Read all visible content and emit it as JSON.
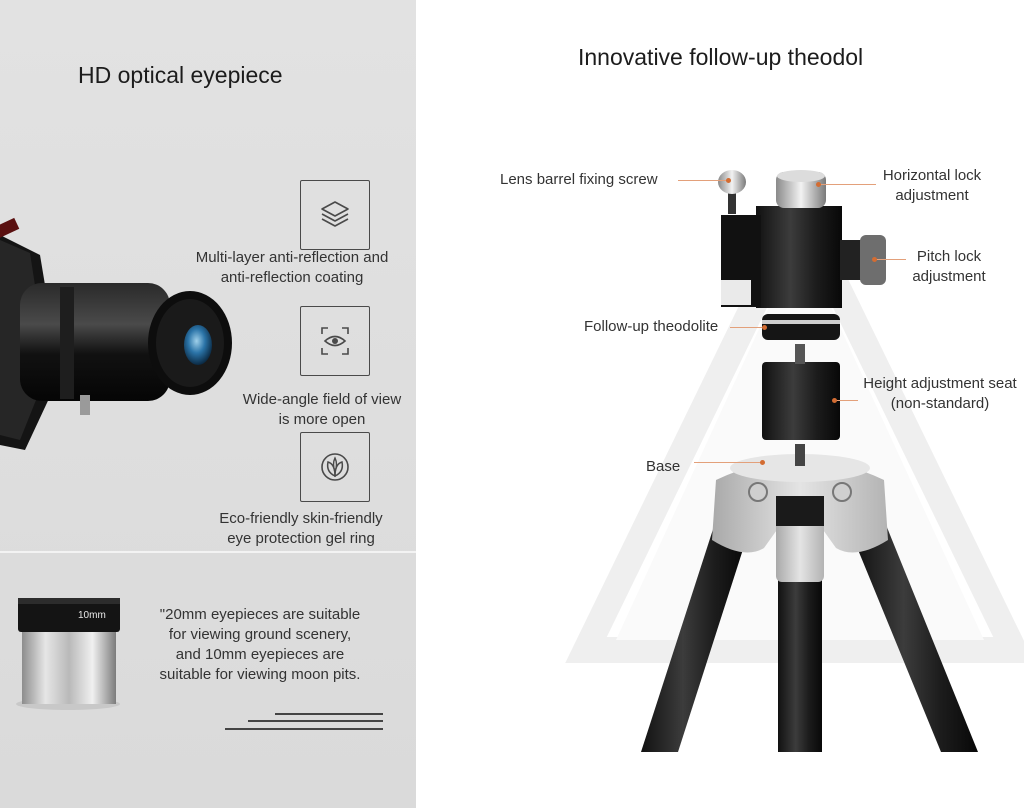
{
  "left": {
    "title": "HD optical eyepiece",
    "features": [
      {
        "icon": "layers-icon",
        "line1": "Multi-layer anti-reflection and",
        "line2": "anti-reflection coating"
      },
      {
        "icon": "eye-scan-icon",
        "line1": "Wide-angle field of view",
        "line2": "is more open"
      },
      {
        "icon": "leaf-icon",
        "line1": "Eco-friendly skin-friendly",
        "line2": "eye protection gel ring"
      }
    ],
    "eyepiece_label": "10mm",
    "note": {
      "line1": "\"20mm eyepieces are suitable",
      "line2": "for viewing ground scenery,",
      "line3": "and 10mm eyepieces are",
      "line4": "suitable for viewing moon pits."
    }
  },
  "right": {
    "title": "Innovative follow-up theodol",
    "callouts": {
      "lens_barrel": "Lens barrel fixing screw",
      "horizontal_lock_1": "Horizontal lock",
      "horizontal_lock_2": "adjustment",
      "pitch_lock_1": "Pitch lock",
      "pitch_lock_2": "adjustment",
      "theodolite": "Follow-up theodolite",
      "height_seat_1": "Height adjustment seat",
      "height_seat_2": "(non-standard)",
      "base": "Base"
    }
  },
  "colors": {
    "accent": "#d36c32",
    "left_bg": "#dedede",
    "icon_stroke": "#4a4a4a"
  }
}
